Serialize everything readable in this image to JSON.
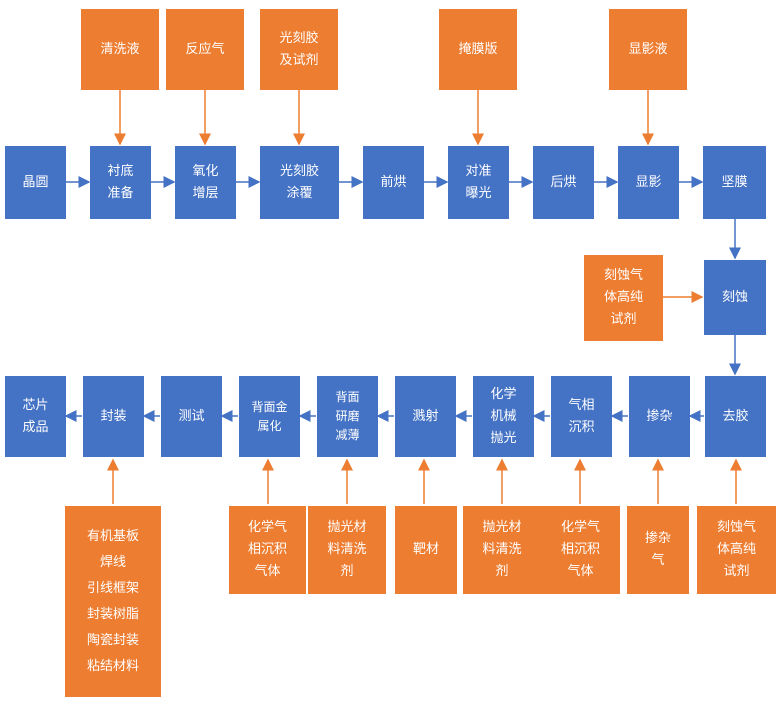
{
  "colors": {
    "process": "#4472c4",
    "material": "#ed7d31",
    "process_arrow": "#4472c4",
    "material_arrow": "#ed7d31"
  },
  "materials": {
    "cleaning_fluid": "清洗液",
    "reactive_gas": "反应气",
    "photoresist_reagent": "光刻胶\n及试剂",
    "mask": "掩膜版",
    "developer": "显影液",
    "etch_gas_reagent": "刻蚀气\n体高纯\n试剂",
    "packaging_materials": "有机基板\n焊线\n引线框架\n封装树脂\n陶瓷封装\n粘结材料",
    "backside_cvd_gas": "化学气\n相沉积\n气体",
    "polish_clean_1": "抛光材\n料清洗\n剂",
    "target": "靶材",
    "polish_clean_2": "抛光材\n料清洗\n剂",
    "cvd_gas": "化学气\n相沉积\n气体",
    "doping_gas": "掺杂\n气",
    "etch_gas_reagent_2": "刻蚀气\n体高纯\n试剂"
  },
  "steps": {
    "wafer": "晶圆",
    "substrate_prep": "衬底\n准备",
    "oxide_growth": "氧化\n增层",
    "resist_coating": "光刻胶\n涂覆",
    "prebake": "前烘",
    "align_expose": "对准\n曝光",
    "postbake": "后烘",
    "develop": "显影",
    "hard_bake": "坚膜",
    "etch": "刻蚀",
    "strip": "去胶",
    "doping": "掺杂",
    "cvd": "气相\n沉积",
    "cmp": "化学\n机械\n抛光",
    "sputter": "溅射",
    "backside_grind": "背面\n研磨\n减薄",
    "backside_metal": "背面金\n属化",
    "test": "测试",
    "package": "封装",
    "finished_chip": "芯片\n成品"
  }
}
